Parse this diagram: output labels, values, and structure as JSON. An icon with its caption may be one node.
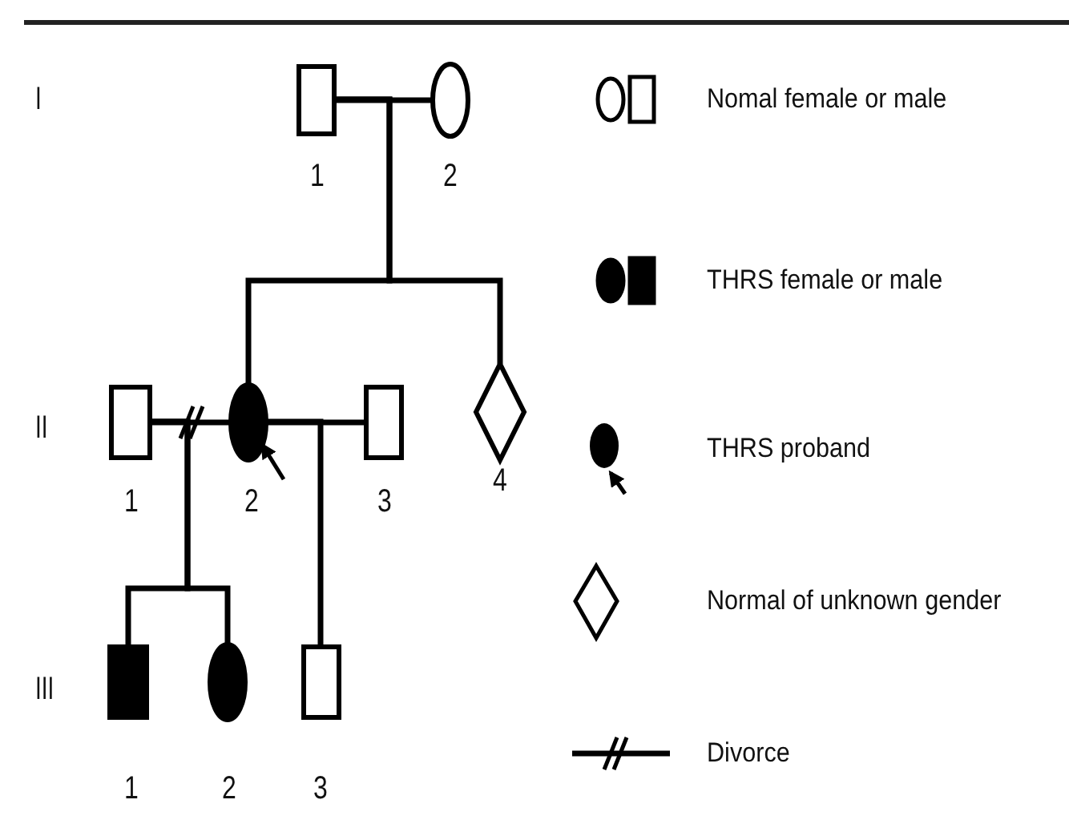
{
  "diagram": {
    "nodes": [
      {
        "text": [],
        "shape": "box",
        "beside": [
          "1"
        ]
      },
      {
        "text": [],
        "shape": "circle",
        "beside": [
          "2"
        ]
      },
      {
        "text": [],
        "shape": "box",
        "beside": [
          "1"
        ]
      },
      {
        "text": [],
        "shape": "circle",
        "beside": [
          "2"
        ]
      },
      {
        "text": [],
        "shape": "box",
        "beside": [
          "3"
        ]
      },
      {
        "text": [],
        "shape": "diamond",
        "beside": [
          "4"
        ]
      },
      {
        "text": [],
        "shape": "box",
        "beside": [
          "1"
        ]
      },
      {
        "text": [],
        "shape": "circle",
        "beside": [
          "2"
        ]
      },
      {
        "text": [],
        "shape": "box",
        "beside": [
          "3"
        ]
      }
    ],
    "edges": [
      {
        "from": 0,
        "to": 1,
        "arrow": "none"
      },
      {
        "from": 0,
        "to": 3,
        "arrow": "none"
      },
      {
        "from": 0,
        "to": 5,
        "arrow": "none"
      },
      {
        "from": 2,
        "to": 3,
        "arrow": "none"
      },
      {
        "from": 3,
        "to": 4,
        "arrow": "none"
      },
      {
        "from": 2,
        "to": 6,
        "arrow": "none"
      },
      {
        "from": 2,
        "to": 7,
        "arrow": "none"
      },
      {
        "from": 3,
        "to": 8,
        "arrow": "none"
      },
      {
        "from": null,
        "to": 3,
        "arrow": "to"
      }
    ],
    "labels": [
      "I",
      "II",
      "III"
    ],
    "legend": [
      {
        "text": "Nomal female or male"
      },
      {
        "text": "THRS female or male"
      },
      {
        "text": "THRS proband"
      },
      {
        "text": "Normal of unknown gender"
      },
      {
        "text": "Divorce"
      }
    ]
  }
}
